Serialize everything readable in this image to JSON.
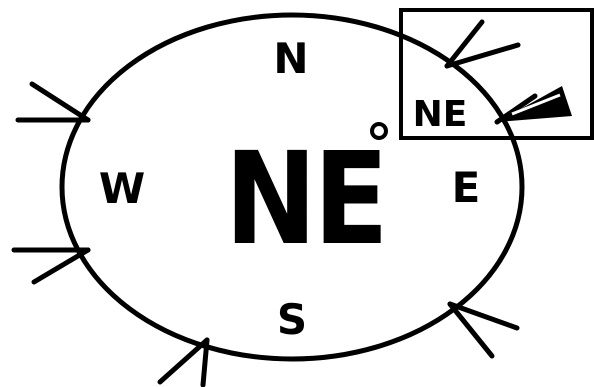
{
  "compass": {
    "north_label": "N",
    "east_label": "E",
    "south_label": "S",
    "west_label": "W",
    "heading": "NE",
    "degree_symbol": "°",
    "indicator_label": "NE",
    "ink_color": "#000000",
    "background_color": "#ffffff",
    "icons": [
      "compass-ring",
      "arrow-pointer",
      "direction-arrow-icon",
      "degree-icon",
      "indicator-box"
    ]
  }
}
